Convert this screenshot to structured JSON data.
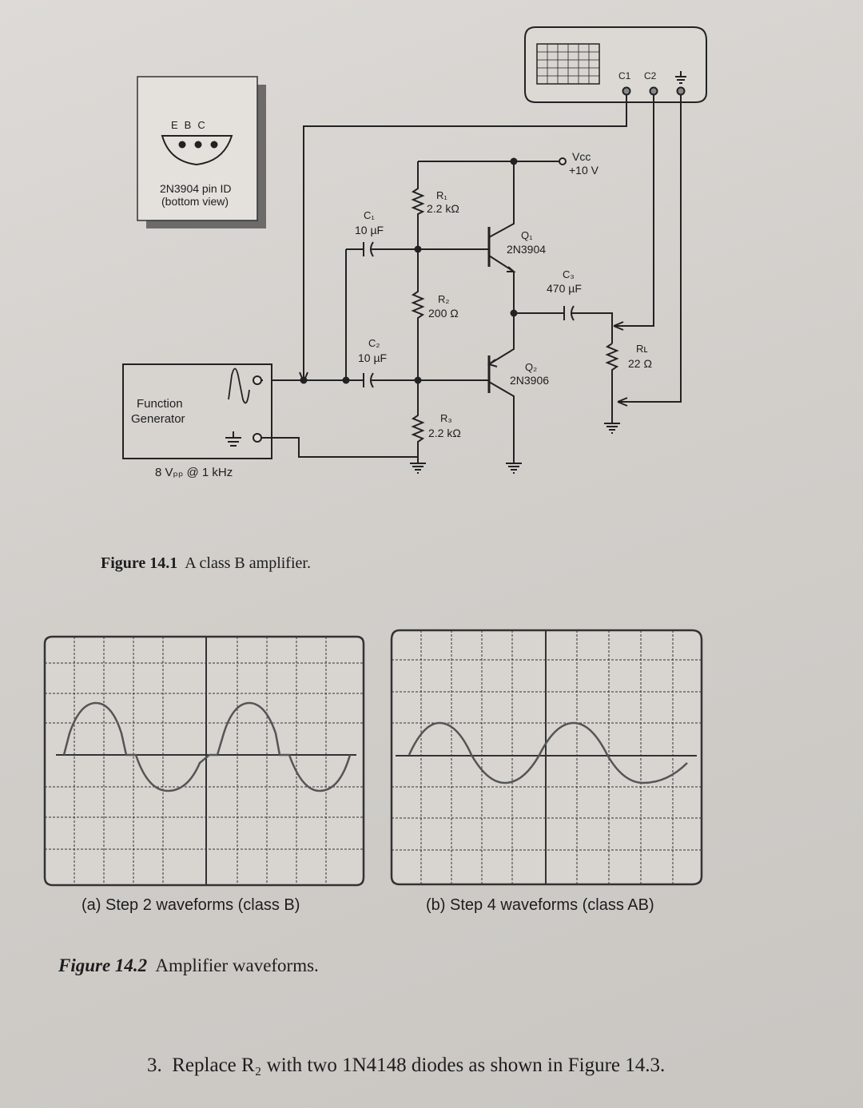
{
  "pin_id": {
    "pins": [
      "E",
      "B",
      "C"
    ],
    "line1": "2N3904 pin ID",
    "line2": "(bottom view)"
  },
  "scope": {
    "ch1": "C1",
    "ch2": "C2"
  },
  "supply": {
    "name": "Vcc",
    "value": "+10 V"
  },
  "components": {
    "r1": {
      "name": "R₁",
      "value": "2.2 kΩ"
    },
    "r2": {
      "name": "R₂",
      "value": "200 Ω"
    },
    "r3": {
      "name": "R₃",
      "value": "2.2 kΩ"
    },
    "c1": {
      "name": "C₁",
      "value": "10 µF"
    },
    "c2": {
      "name": "C₂",
      "value": "10 µF"
    },
    "c3": {
      "name": "C₃",
      "value": "470 µF"
    },
    "q1": {
      "name": "Q₁",
      "value": "2N3904"
    },
    "q2": {
      "name": "Q₂",
      "value": "2N3906"
    },
    "rl": {
      "name": "Rʟ",
      "value": "22 Ω"
    }
  },
  "generator": {
    "line1": "Function",
    "line2": "Generator",
    "setting": "8 Vₚₚ @ 1 kHz"
  },
  "figure1": {
    "number": "Figure 14.1",
    "title": "A class B amplifier."
  },
  "waveforms": {
    "a": "(a) Step 2 waveforms (class B)",
    "b": "(b) Step 4 waveforms (class AB)"
  },
  "figure2": {
    "number": "Figure 14.2",
    "title": "Amplifier waveforms."
  },
  "step3": {
    "number": "3.",
    "text": "Replace R₂ with two 1N4148 diodes as shown in Figure 14.3."
  },
  "colors": {
    "ink": "#1d1d1d",
    "paper": "#d6d3cf",
    "trace": "#555555"
  }
}
